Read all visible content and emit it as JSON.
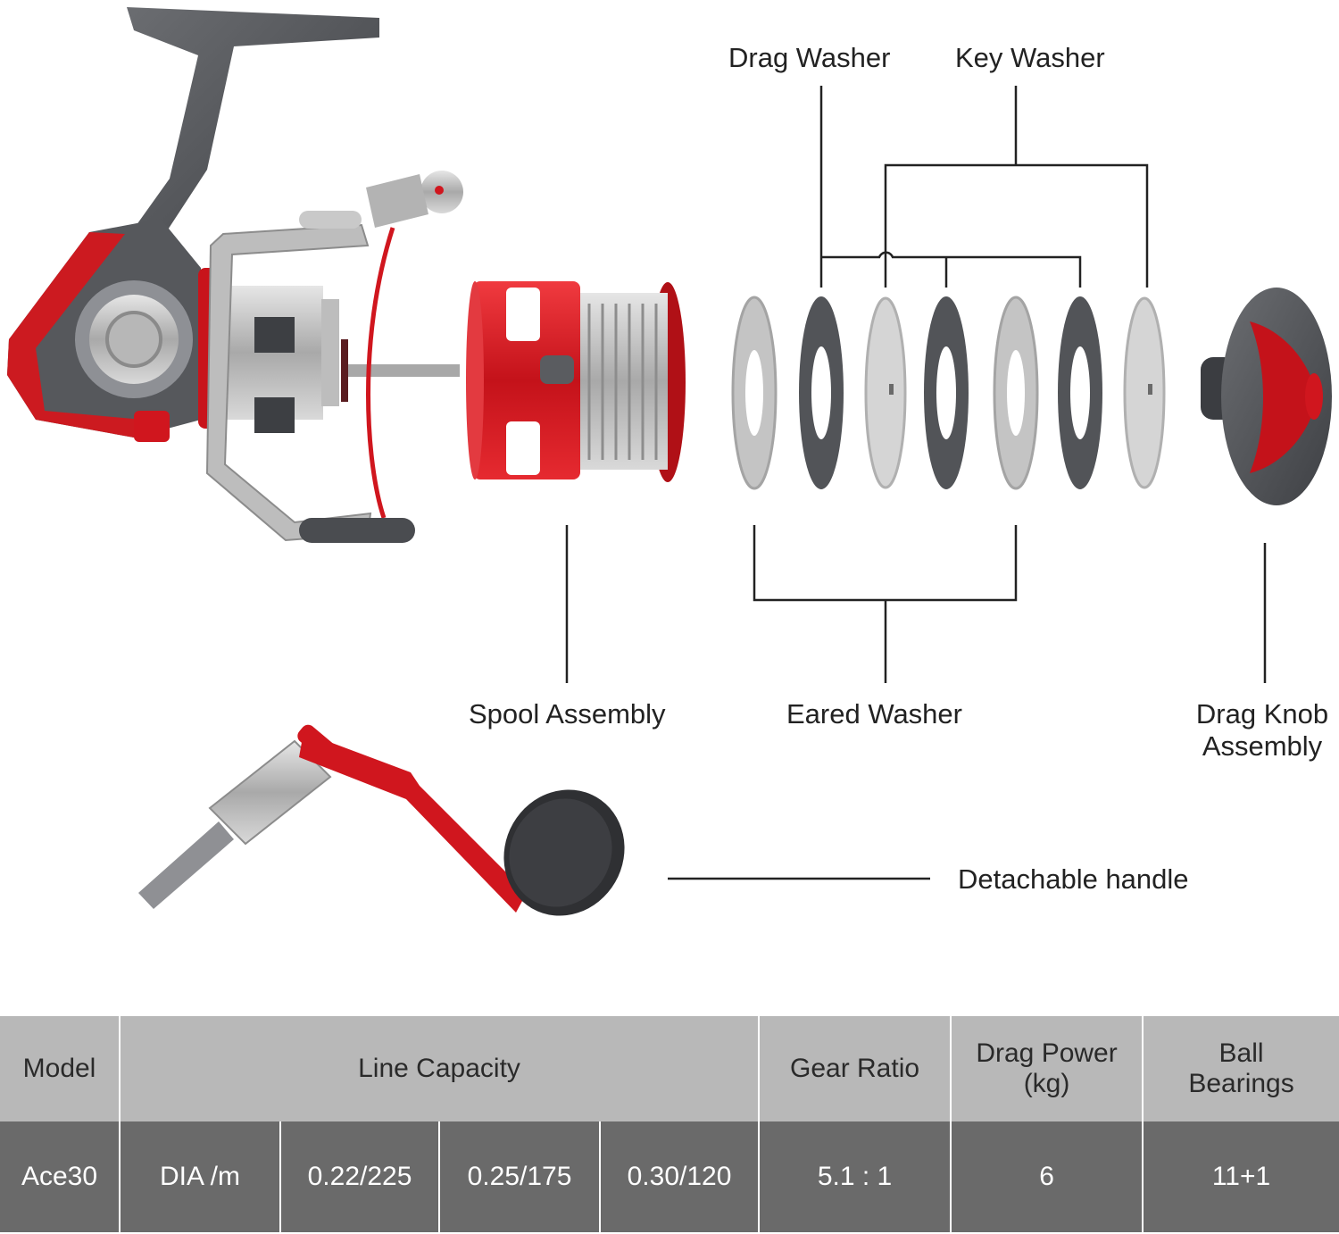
{
  "labels": {
    "drag_washer": "Drag Washer",
    "key_washer": "Key Washer",
    "spool_assembly": "Spool Assembly",
    "eared_washer": "Eared Washer",
    "drag_knob_line1": "Drag Knob",
    "drag_knob_line2": "Assembly",
    "detachable_handle": "Detachable handle"
  },
  "colors": {
    "accent_red": "#d0161e",
    "body_gray": "#5a5c60",
    "silver": "#c9c9c9",
    "header_bg": "#b8b8b8",
    "row_bg": "#6a6a6a"
  },
  "spec_table": {
    "headers": {
      "model": "Model",
      "line_capacity": "Line Capacity",
      "gear_ratio": "Gear Ratio",
      "drag_power_line1": "Drag Power",
      "drag_power_line2": "(kg)",
      "ball_bearings_line1": "Ball",
      "ball_bearings_line2": "Bearings"
    },
    "row": {
      "model": "Ace30",
      "dia_label": "DIA /m",
      "capacity_1": "0.22/225",
      "capacity_2": "0.25/175",
      "capacity_3": "0.30/120",
      "gear_ratio": "5.1 : 1",
      "drag_power": "6",
      "ball_bearings": "11+1"
    }
  }
}
